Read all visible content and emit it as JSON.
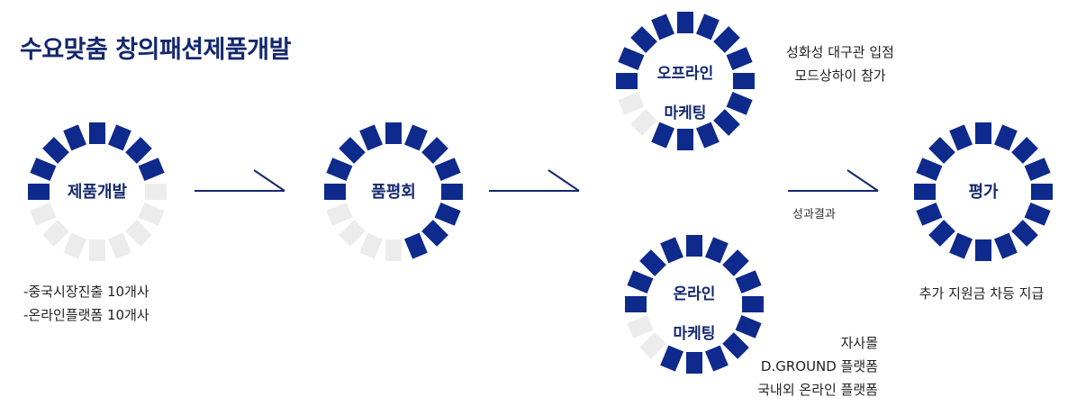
{
  "title": "수요맞춤 창의패션제품개발",
  "colors": {
    "primary": "#0d2a8c",
    "inactive": "#ececec",
    "title": "#14286e"
  },
  "stages": [
    {
      "id": "product-dev",
      "label": [
        "제품개발"
      ],
      "progress": 0.5,
      "notes": [
        "-중국시장진출 10개사",
        "-온라인플랫폼 10개사"
      ]
    },
    {
      "id": "review",
      "label": [
        "품평회"
      ],
      "progress": 0.75,
      "notes": []
    },
    {
      "id": "offline",
      "label": [
        "오프라인",
        "마케팅"
      ],
      "progress": 0.875,
      "notes": [
        "성화성 대구관 입점",
        "모드상하이 참가"
      ]
    },
    {
      "id": "online",
      "label": [
        "온라인",
        "마케팅"
      ],
      "progress": 0.875,
      "notes": [
        "자사몰",
        "D.GROUND 플랫폼",
        "국내외 온라인 플랫폼"
      ]
    },
    {
      "id": "evaluation",
      "label": [
        "평가"
      ],
      "progress": 1.0,
      "notes": [
        "추가 지원금 차등 지급"
      ]
    }
  ],
  "arrow_label": "성과결과"
}
